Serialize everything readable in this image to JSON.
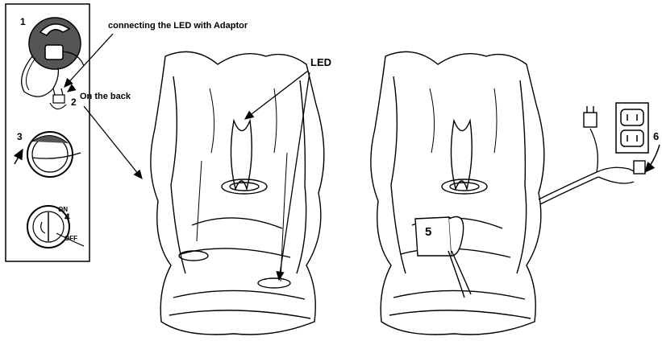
{
  "labels": {
    "connecting": "connecting the LED with Adaptor",
    "on_the_back": "On the back",
    "led": "LED"
  },
  "steps": [
    "1",
    "2",
    "3",
    "4",
    "5",
    "6"
  ],
  "switch": {
    "on": "ON",
    "off": "OFF"
  },
  "colors": {
    "ink": "#000000",
    "paper": "#ffffff",
    "shade": "#555555"
  }
}
